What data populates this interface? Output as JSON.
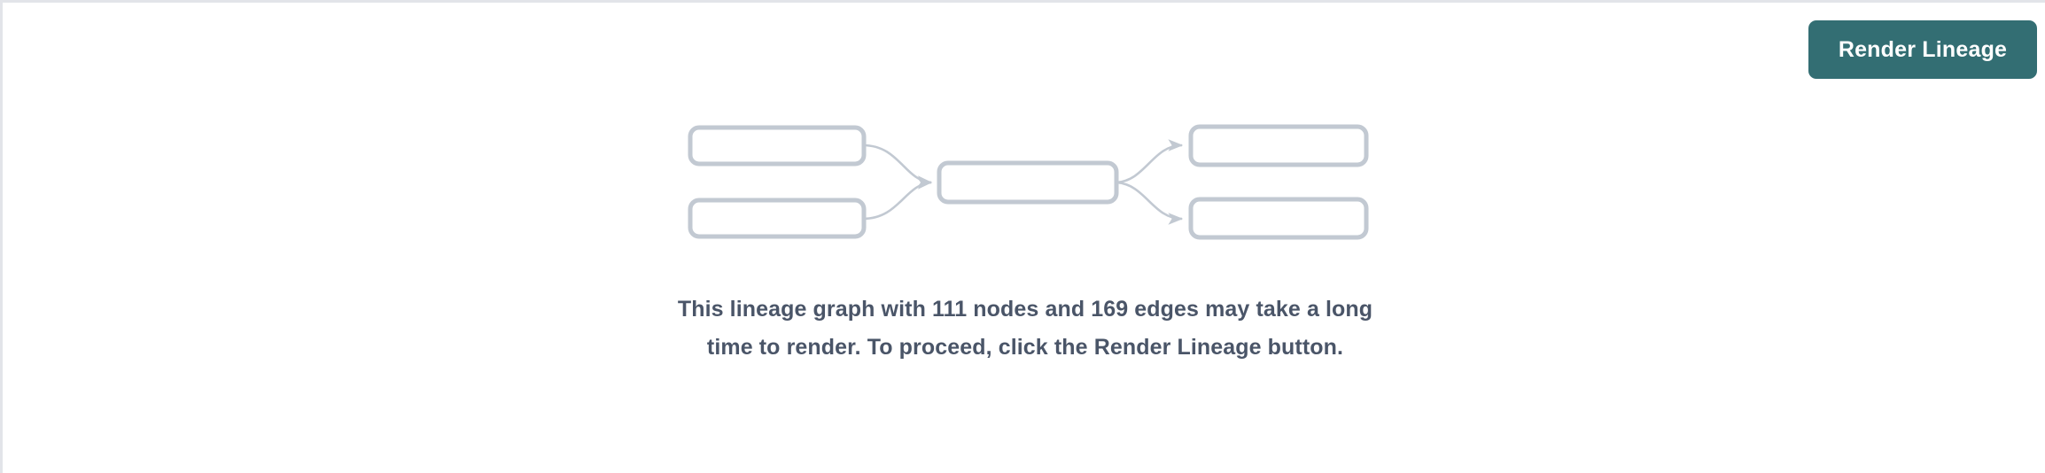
{
  "panel": {
    "background_color": "#ffffff",
    "border_color": "#e2e4e9"
  },
  "toolbar": {
    "render_lineage_label": "Render Lineage",
    "button_color": "#336e73",
    "button_text_color": "#ffffff"
  },
  "graph_placeholder": {
    "node_border_color": "#c2c9d2",
    "node_fill_color": "#ffffff",
    "edge_color": "#c2c9d2",
    "nodes": [
      {
        "id": "upstream-1",
        "label": ""
      },
      {
        "id": "upstream-2",
        "label": ""
      },
      {
        "id": "center",
        "label": ""
      },
      {
        "id": "downstream-1",
        "label": ""
      },
      {
        "id": "downstream-2",
        "label": ""
      }
    ],
    "edges": [
      {
        "from": "upstream-1",
        "to": "center"
      },
      {
        "from": "upstream-2",
        "to": "center"
      },
      {
        "from": "center",
        "to": "downstream-1"
      },
      {
        "from": "center",
        "to": "downstream-2"
      }
    ]
  },
  "warning": {
    "message": "This lineage graph with 111 nodes and 169 edges may take a long time to render. To proceed, click the Render Lineage button.",
    "node_count": 111,
    "edge_count": 169,
    "text_color": "#4a5568"
  }
}
